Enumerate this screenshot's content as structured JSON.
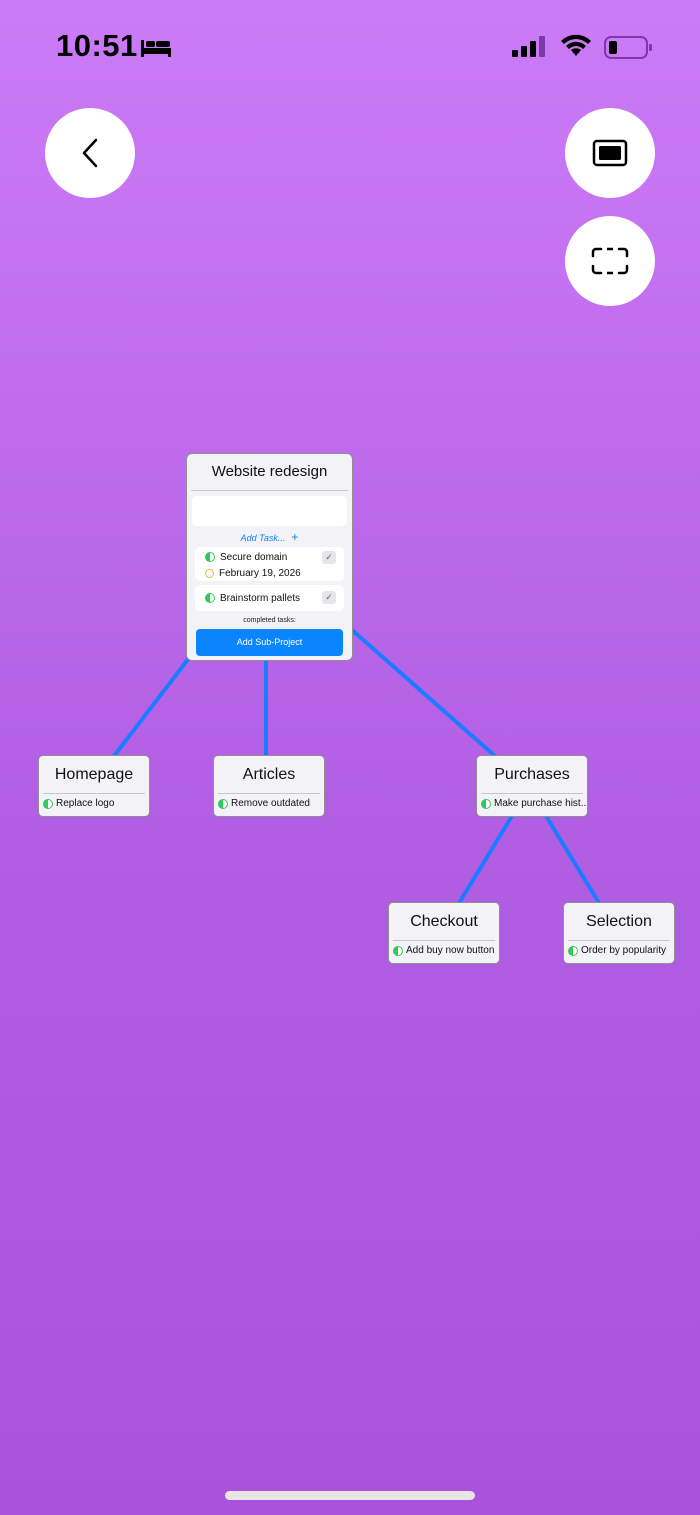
{
  "status_bar": {
    "time": "10:51"
  },
  "nav": {
    "back_icon": "chevron-left-icon",
    "fit_icon": "fit-view-icon",
    "fullscreen_icon": "fullscreen-icon"
  },
  "main_project": {
    "title": "Website redesign",
    "name_placeholder": "",
    "add_task_label": "Add Task...",
    "add_task_plus": "+",
    "tasks": [
      {
        "label": "Secure domain",
        "date": "February 19, 2026"
      },
      {
        "label": "Brainstorm pallets"
      }
    ],
    "check_mark": "✓",
    "completed_label": "completed tasks:",
    "add_subproject_label": "Add Sub-Project"
  },
  "sub_projects": [
    {
      "title": "Homepage",
      "task": "Replace logo"
    },
    {
      "title": "Articles",
      "task": "Remove outdated"
    },
    {
      "title": "Purchases",
      "task": "Make purchase hist..."
    },
    {
      "title": "Checkout",
      "task": "Add buy now button"
    },
    {
      "title": "Selection",
      "task": "Order by popularity"
    }
  ],
  "colors": {
    "background_top": "#cc7bf7",
    "background_bottom": "#ab52dc",
    "connector": "#1a7cff",
    "accent": "#0a84ff",
    "progress": "#34c759"
  }
}
